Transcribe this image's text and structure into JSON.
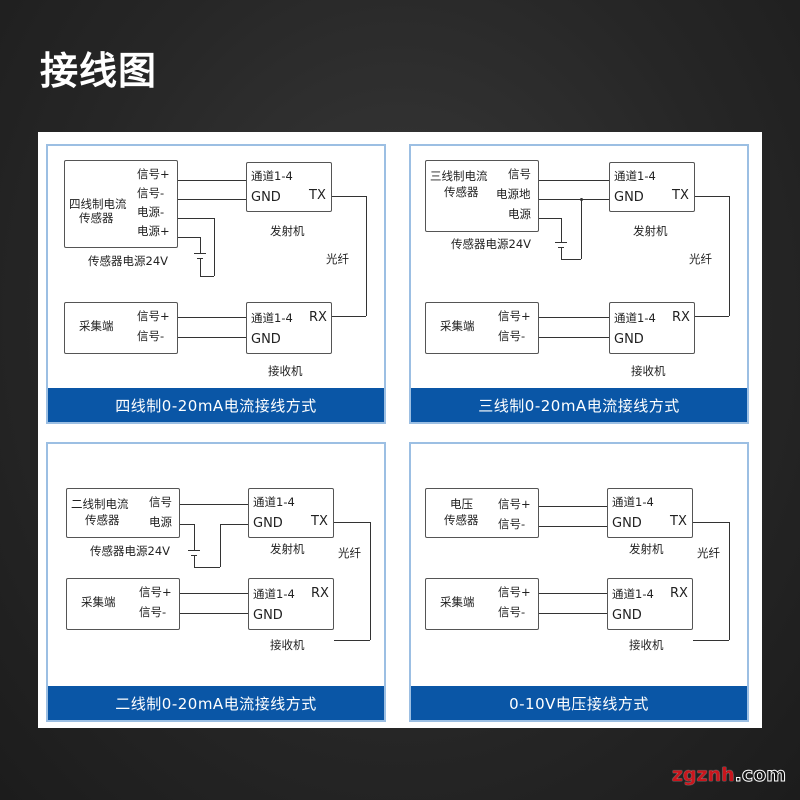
{
  "page": {
    "title": "接线图"
  },
  "watermark": {
    "red": "zgznh",
    "white": ".com"
  },
  "colors": {
    "bar": "#0a56a6",
    "panel_border": "#9cbfe3",
    "background": "#262626",
    "card": "#ffffff"
  },
  "common": {
    "transmitter_label": "发射机",
    "receiver_label": "接收机",
    "fiber_label": "光纤",
    "channel": "通道1-4",
    "gnd": "GND",
    "tx": "TX",
    "rx": "RX",
    "collector": "采集端",
    "sig_plus": "信号+",
    "sig_minus": "信号-",
    "supply": "传感器电源24V"
  },
  "panels": [
    {
      "caption": "四线制0-20mA电流接线方式",
      "sensor_name_1": "四线制电流",
      "sensor_name_2": "传感器",
      "pins": [
        "信号+",
        "信号-",
        "电源-",
        "电源+"
      ]
    },
    {
      "caption": "三线制0-20mA电流接线方式",
      "sensor_name_1": "三线制电流",
      "sensor_name_2": "传感器",
      "pins": [
        "信号",
        "电源地",
        "电源"
      ]
    },
    {
      "caption": "二线制0-20mA电流接线方式",
      "sensor_name_1": "二线制电流",
      "sensor_name_2": "传感器",
      "pins": [
        "信号",
        "电源"
      ]
    },
    {
      "caption": "0-10V电压接线方式",
      "sensor_name_1": "电压",
      "sensor_name_2": "传感器",
      "pins": [
        "信号+",
        "信号-"
      ]
    }
  ]
}
